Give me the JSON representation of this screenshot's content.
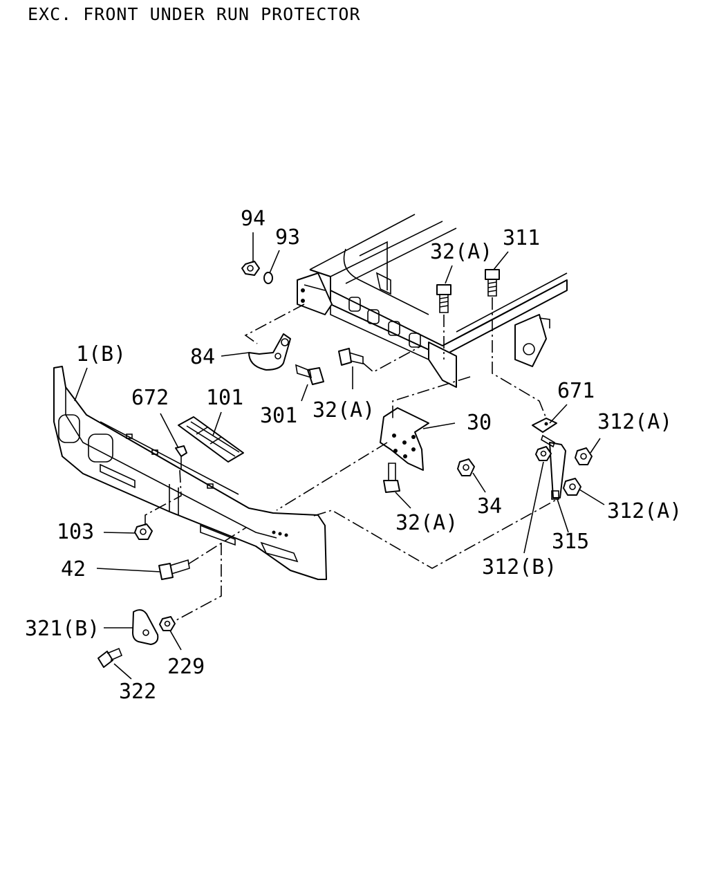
{
  "title": "EXC. FRONT UNDER RUN PROTECTOR",
  "labels": {
    "l94": "94",
    "l93": "93",
    "l32a_top": "32(A)",
    "l311": "311",
    "l1b": "1(B)",
    "l84": "84",
    "l32a_mid": "32(A)",
    "l301": "301",
    "l672": "672",
    "l101": "101",
    "l671": "671",
    "l30": "30",
    "l312a_1": "312(A)",
    "l312a_2": "312(A)",
    "l34": "34",
    "l32a_bot": "32(A)",
    "l315": "315",
    "l312b": "312(B)",
    "l103": "103",
    "l42": "42",
    "l321b": "321(B)",
    "l229": "229",
    "l322": "322"
  }
}
